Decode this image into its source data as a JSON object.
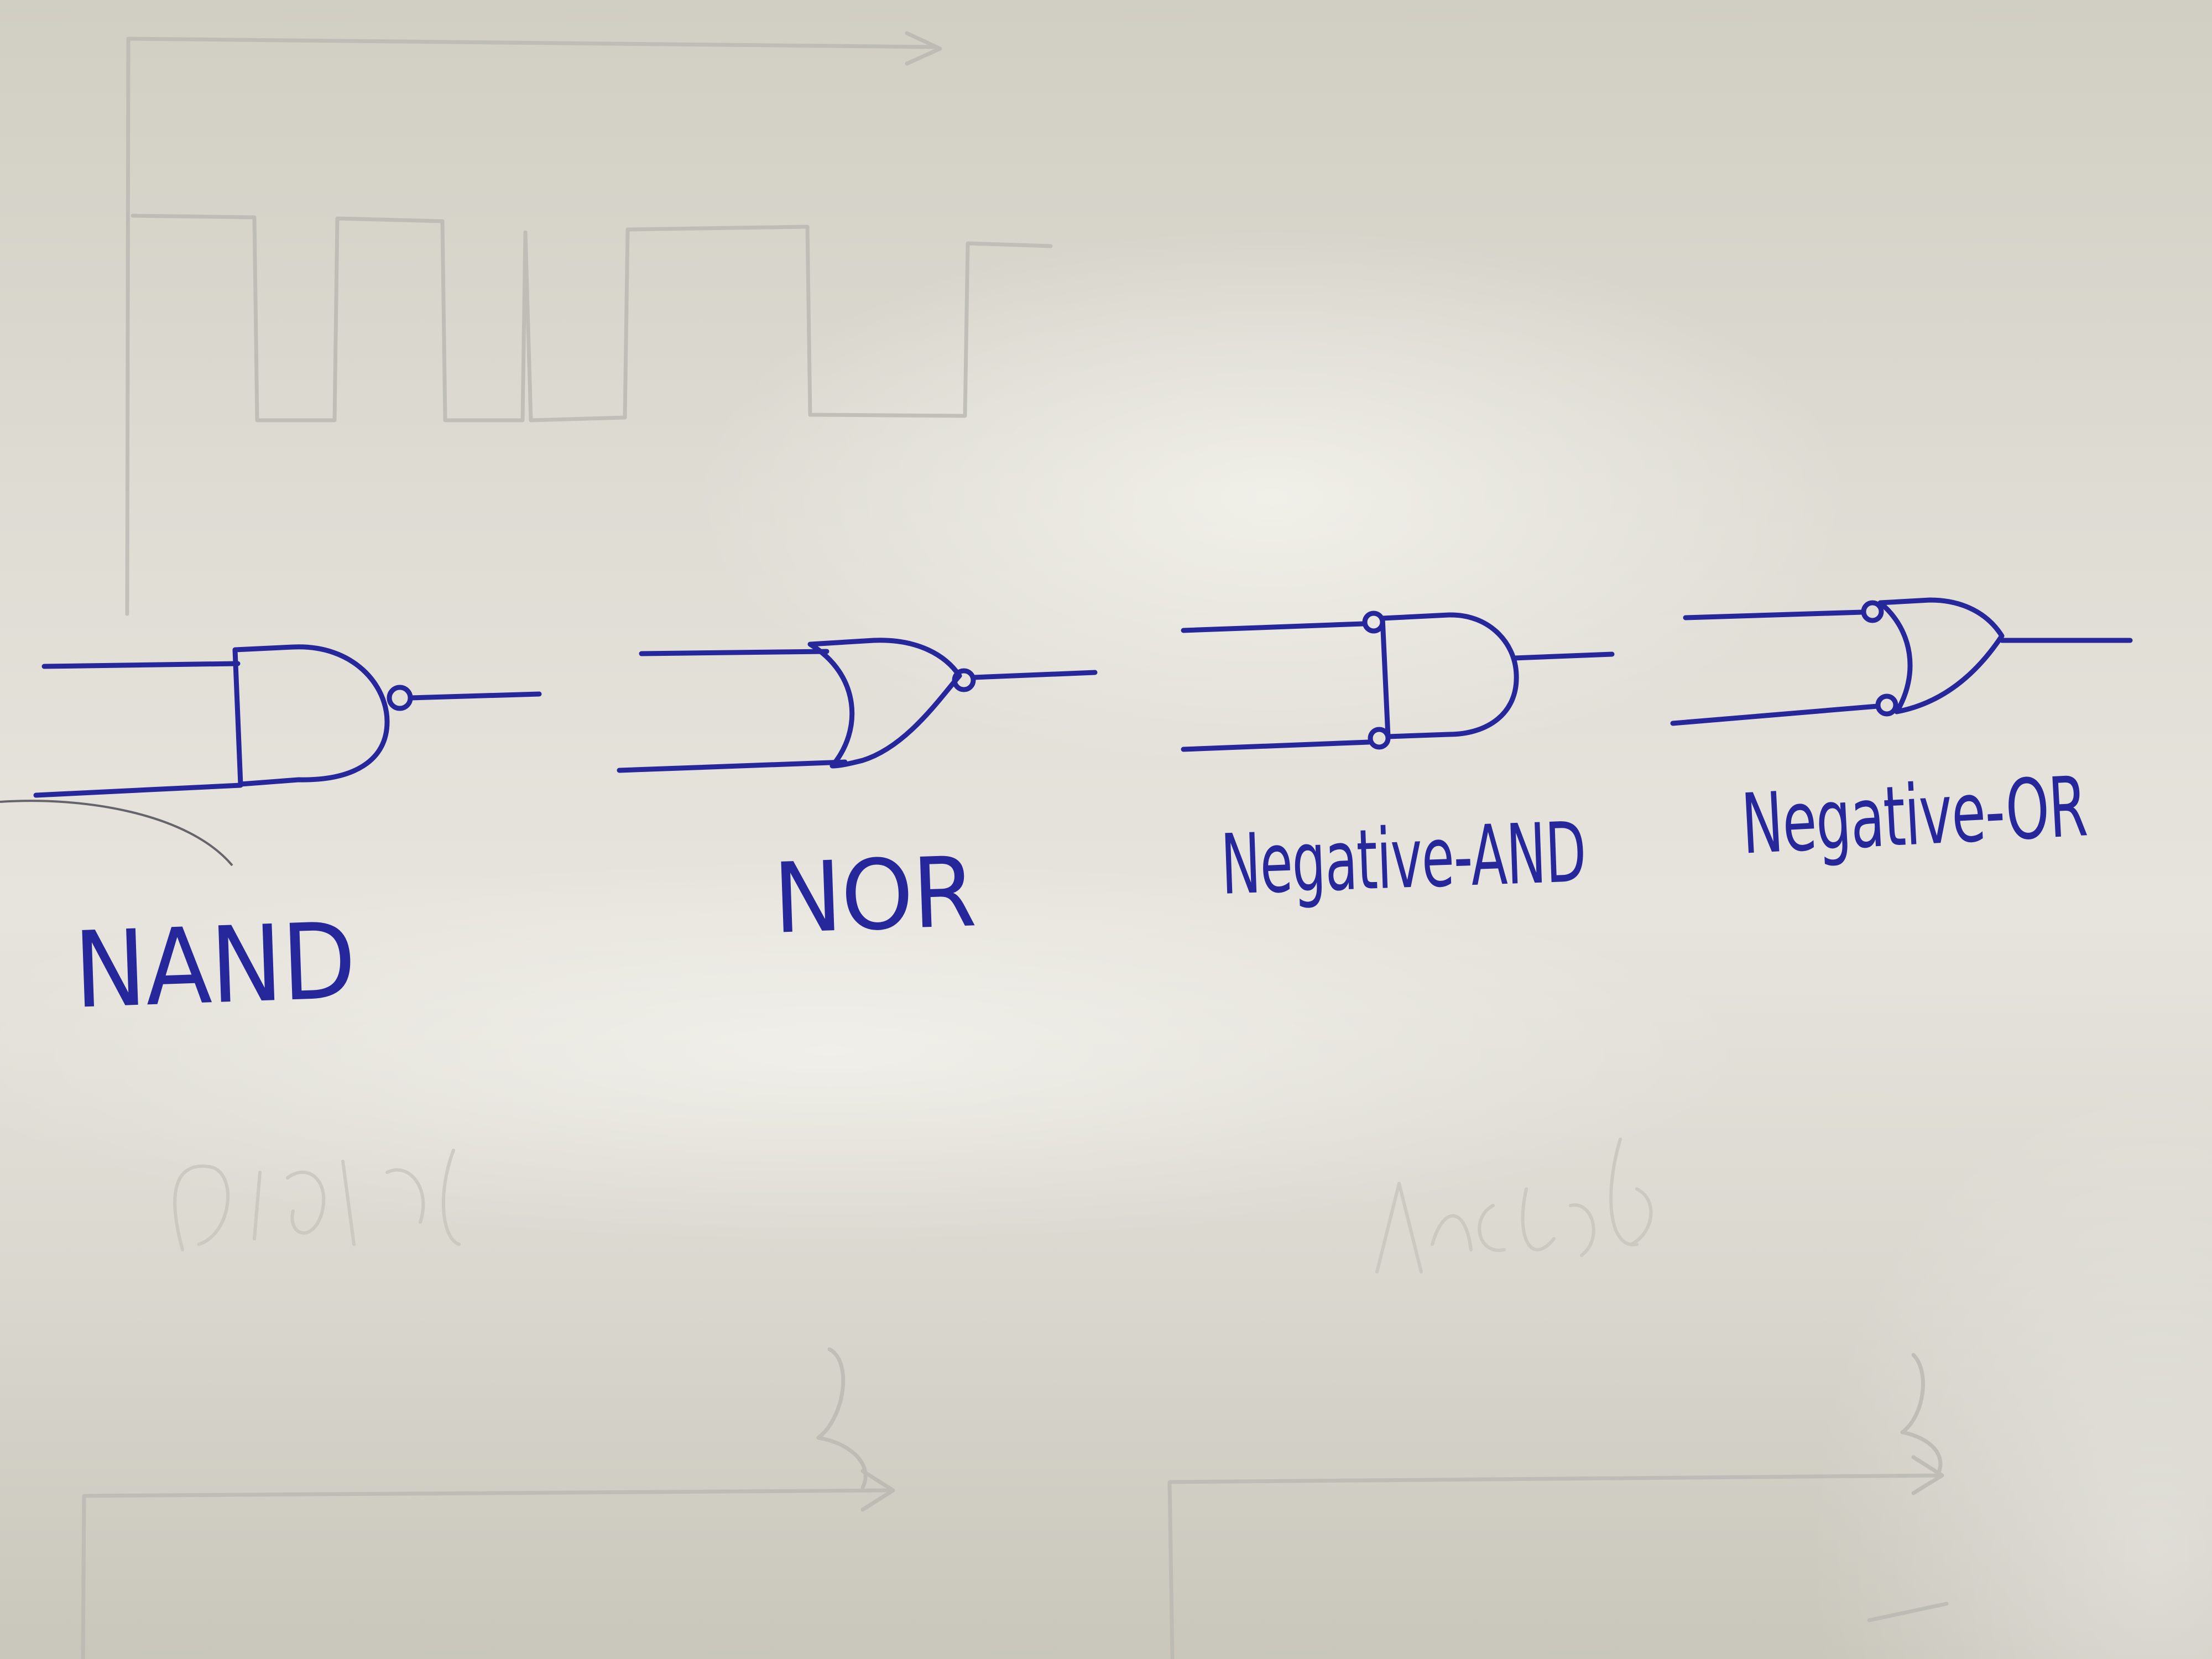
{
  "gates": [
    {
      "type": "nand",
      "label": "NAND"
    },
    {
      "type": "nor",
      "label": "NOR"
    },
    {
      "type": "negative-and",
      "label": "Negative-AND"
    },
    {
      "type": "negative-or",
      "label": "Negative-OR"
    }
  ],
  "colors": {
    "ink": "#26279a",
    "faint_pencil": "#b9b8b1",
    "ghost_text": "#c6c5bd"
  }
}
